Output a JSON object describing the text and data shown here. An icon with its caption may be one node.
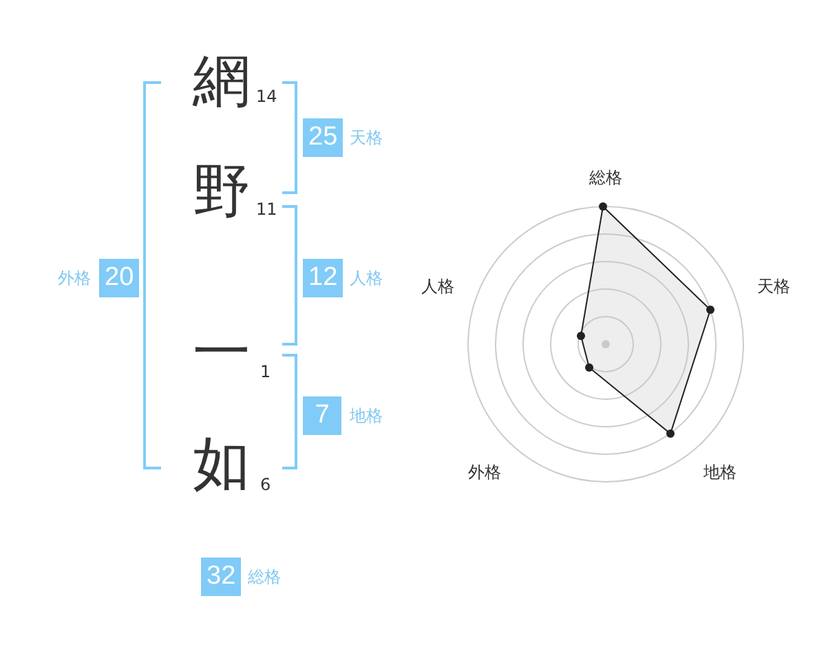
{
  "diagram": {
    "nodes": [
      {
        "text": [
          "25"
        ],
        "beside": [
          "天格"
        ]
      },
      {
        "text": [
          "20"
        ],
        "beside": [
          "外格"
        ]
      },
      {
        "text": [
          "12"
        ],
        "beside": [
          "人格"
        ]
      },
      {
        "text": [
          "7"
        ],
        "beside": [
          "地格"
        ]
      },
      {
        "text": [
          "32"
        ],
        "beside": [
          "総格"
        ]
      }
    ],
    "edges": [],
    "labels": [
      "網",
      "14",
      "野",
      "11",
      "一",
      "1",
      "如",
      "6",
      "総格",
      "人格",
      "天格",
      "外格",
      "地格"
    ]
  }
}
